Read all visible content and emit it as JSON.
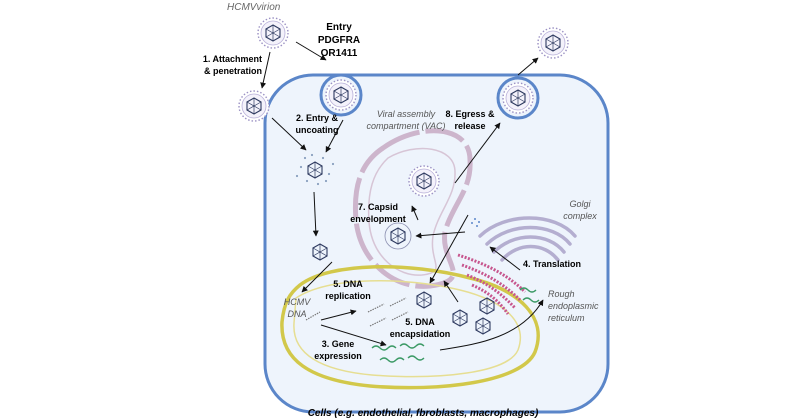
{
  "labels": {
    "virion": "HCMVvirion",
    "entry_title": "Entry",
    "receptor_1": "PDGFRA",
    "receptor_2": "OR1411",
    "step1_line1": "1. Attachment",
    "step1_line2": "& penetration",
    "step2_line1": "2. Entry &",
    "step2_line2": "uncoating",
    "vac_line1": "Viral assembly",
    "vac_line2": "compartment (VAC)",
    "step8_line1": "8. Egress &",
    "step8_line2": "release",
    "golgi_line1": "Golgi",
    "golgi_line2": "complex",
    "step7_line1": "7. Capsid",
    "step7_line2": "envelopment",
    "step4": "4. Translation",
    "step5a_line1": "5. DNA",
    "step5a_line2": "replication",
    "hcmv_dna_line1": "HCMV",
    "hcmv_dna_line2": "DNA",
    "step5b_line1": "5. DNA",
    "step5b_line2": "encapsidation",
    "rough_er_line1": "Rough",
    "rough_er_line2": "endoplasmic",
    "rough_er_line3": "reticulum",
    "step3_line1": "3. Gene",
    "step3_line2": "expression",
    "caption": "Cells (e.g. endothelial, fbroblasts, macrophages)"
  },
  "colors": {
    "cell_border": "#5b86c9",
    "cell_fill": "#eef4fc",
    "vac": "#b99ab8",
    "golgi": "#b4aed0",
    "nucleus": "#d2c84a",
    "rough_er": "#c7568e",
    "mrna": "#3c9a66",
    "virion_envelope": "#9c92c4",
    "capsid": "#2e3a60"
  }
}
